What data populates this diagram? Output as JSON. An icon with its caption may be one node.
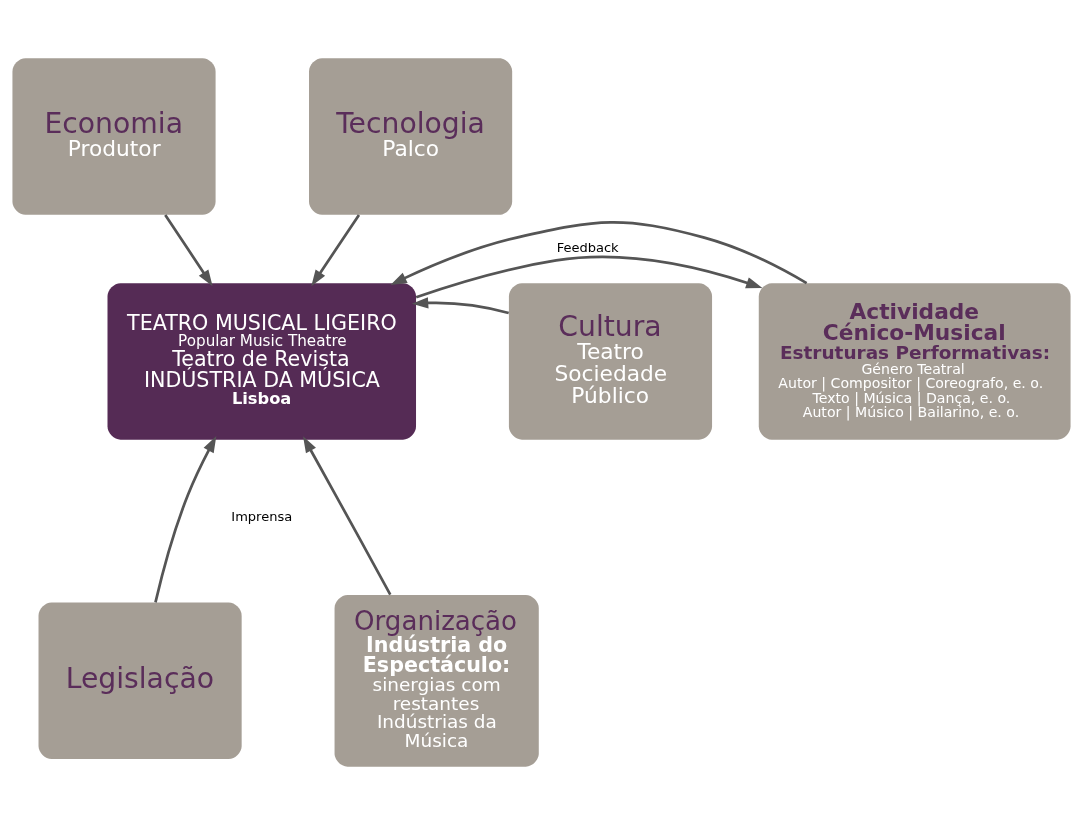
{
  "diagram": {
    "nodes": [
      {
        "text": [
          "Economia",
          "Produtor"
        ]
      },
      {
        "text": [
          "Tecnologia",
          "Palco"
        ]
      },
      {
        "text": [
          "Actividade Cénico-Musical",
          "Estruturas Performativas:",
          "Género Teatral",
          "Autor | Compositor | Coreografo, e. o.",
          "Texto | Música | Dança, e. o.",
          "Autor | Músico | Bailarino, e. o."
        ]
      },
      {
        "text": [
          "TEATRO MUSICAL LIGEIRO",
          "Popular Music Theatre",
          "Teatro de Revista",
          "INDÚSTRIA DA MÚSICA",
          "Lisboa"
        ]
      },
      {
        "text": [
          "Cultura",
          "Teatro Sociedade Público"
        ]
      },
      {
        "text": [
          "Legislação"
        ]
      },
      {
        "text": [
          "Organização",
          "Indústria do Espectáculo:",
          "sinergias com restantes Indústrias da Música"
        ]
      }
    ],
    "edges": [
      {
        "from": 0,
        "to": 3,
        "arrow": "to"
      },
      {
        "from": 1,
        "to": 3,
        "arrow": "to"
      },
      {
        "from": 2,
        "to": 3,
        "arrow": "to"
      },
      {
        "from": 4,
        "to": 3,
        "arrow": "to"
      },
      {
        "from": 5,
        "to": 3,
        "arrow": "to"
      },
      {
        "from": 6,
        "to": 3,
        "arrow": "to"
      },
      {
        "from": 3,
        "to": 2,
        "arrow": "to",
        "label": "Feedback"
      }
    ],
    "labels": [
      "Imprensa"
    ]
  }
}
